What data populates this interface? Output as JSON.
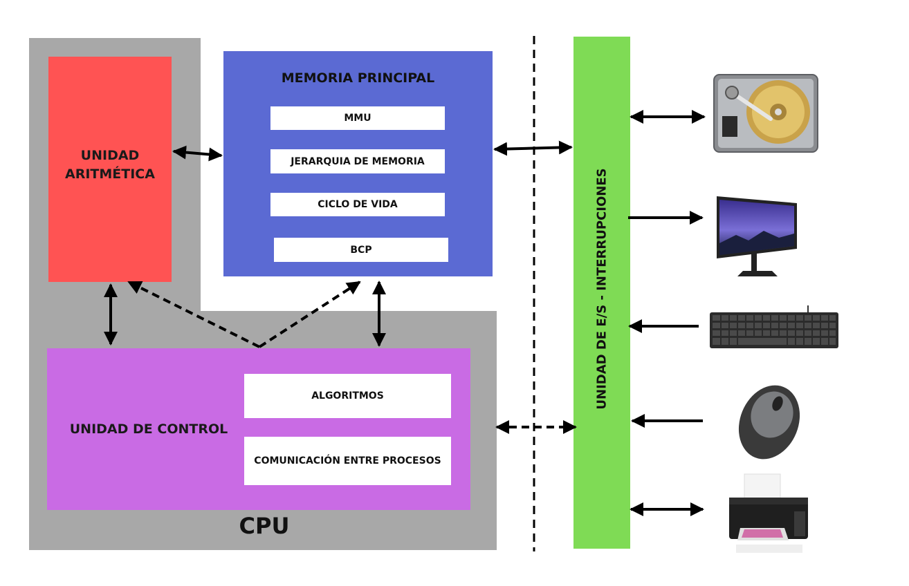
{
  "cpu": {
    "label": "CPU"
  },
  "alu": {
    "label_line1": "UNIDAD",
    "label_line2": "ARITMÉTICA"
  },
  "memory": {
    "title": "MEMORIA PRINCIPAL",
    "items": [
      "MMU",
      "JERARQUIA DE MEMORIA",
      "CICLO DE VIDA",
      "BCP"
    ]
  },
  "control_unit": {
    "label": "UNIDAD DE CONTROL",
    "items": [
      "ALGORITMOS",
      "COMUNICACIÓN ENTRE PROCESOS"
    ]
  },
  "io_unit": {
    "label": "UNIDAD DE E/S - INTERRUPCIONES"
  },
  "devices": [
    "hard-disk",
    "monitor",
    "keyboard",
    "mouse",
    "printer"
  ],
  "colors": {
    "cpu": "#a8a8a8",
    "alu": "#ff5353",
    "memory": "#5b6ad3",
    "control_unit": "#c96be4",
    "io_unit": "#7fdb55"
  }
}
